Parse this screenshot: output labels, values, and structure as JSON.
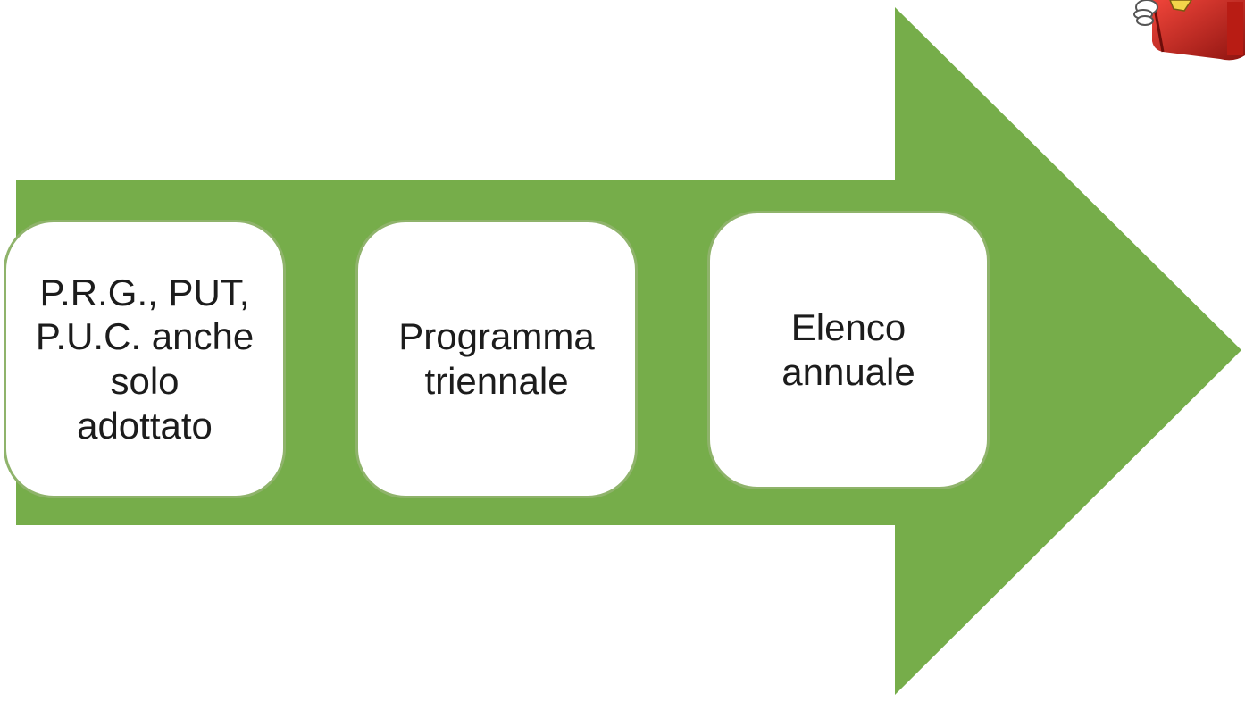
{
  "diagram": {
    "arrow_color": "#76ad4a",
    "box_border_color": "#8fb36b",
    "steps": [
      {
        "label": "P.R.G., PUT,\nP.U.C. anche\nsolo\nadottato"
      },
      {
        "label": "Programma\ntriennale"
      },
      {
        "label": "Elenco\nannuale"
      }
    ]
  },
  "decoration": {
    "mascot_icon": "book-character-icon",
    "mascot_color": "#d9261c"
  }
}
